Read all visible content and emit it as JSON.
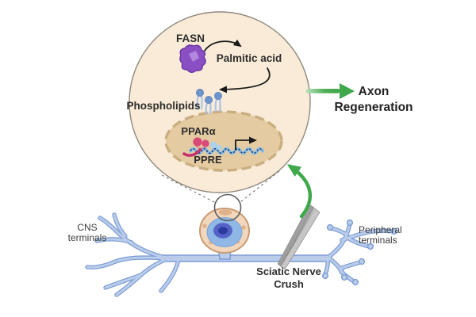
{
  "diagram": {
    "inset": {
      "fasn": "FASN",
      "palmitic_acid": "Palmitic acid",
      "phospholipids": "Phospholipids",
      "ppar_alpha": "PPARα",
      "ppre": "PPRE"
    },
    "outcome": {
      "line1": "Axon",
      "line2": "Regeneration"
    },
    "neuron": {
      "cns_line1": "CNS",
      "cns_line2": "terminals",
      "peripheral_line1": "Peripheral",
      "peripheral_line2": "terminals",
      "injury_line1": "Sciatic Nerve",
      "injury_line2": "Crush"
    },
    "colors": {
      "inset_cell_fill": "#f9ebd8",
      "inset_cell_stroke": "#8f887c",
      "nucleus_fill": "#e4cba1",
      "nucleus_stroke": "#c9ae80",
      "fasn_enzyme_purple": "#8a4fc2",
      "phospholipid_head_blue": "#6e94cd",
      "phospholipid_tail_blue": "#aac3e8",
      "ppar_pink": "#d84a78",
      "ligand_light_blue": "#a9d2ec",
      "dna_light_blue": "#8fc0e4",
      "dna_dark_navy": "#1e3a6e",
      "neuron_fill": "#b9cdea",
      "neuron_outline": "#7d9cd4",
      "soma_ring_fill": "#f2d7bd",
      "soma_ring_stroke": "#c79b74",
      "soma_cytoplasm_blue": "#8fb8e6",
      "soma_nucleus_blue": "#5663c6",
      "soma_nucleolus_navy": "#2c3a9d",
      "green_arrow": "#3fa84c",
      "forceps_gray": "#a9a9a9",
      "arrow_black": "#1a1a1a",
      "label_text": "#2d2d2d"
    }
  }
}
